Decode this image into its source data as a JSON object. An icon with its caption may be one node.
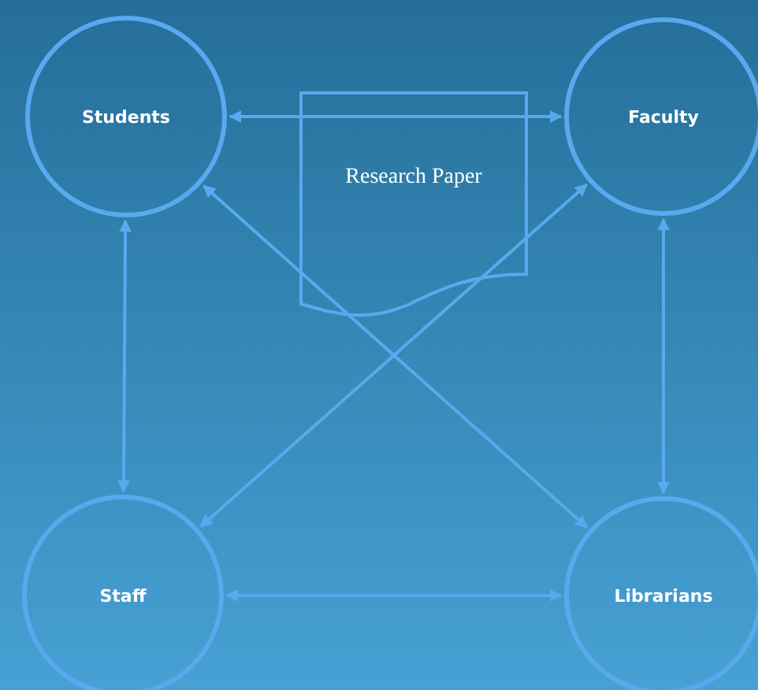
{
  "diagram": {
    "nodes": [
      {
        "text": [
          "Students"
        ]
      },
      {
        "text": [
          "Faculty"
        ]
      },
      {
        "text": [
          "Research Paper"
        ]
      },
      {
        "text": [
          "Staff"
        ]
      },
      {
        "text": [
          "Librarians"
        ]
      }
    ],
    "edges": [
      {
        "from": 0,
        "to": 1,
        "arrow": "both"
      },
      {
        "from": 0,
        "to": 3,
        "arrow": "both"
      },
      {
        "from": 1,
        "to": 4,
        "arrow": "both"
      },
      {
        "from": 0,
        "to": 4,
        "arrow": "both"
      },
      {
        "from": 1,
        "to": 3,
        "arrow": "both"
      },
      {
        "from": 3,
        "to": 4,
        "arrow": "both"
      }
    ]
  }
}
